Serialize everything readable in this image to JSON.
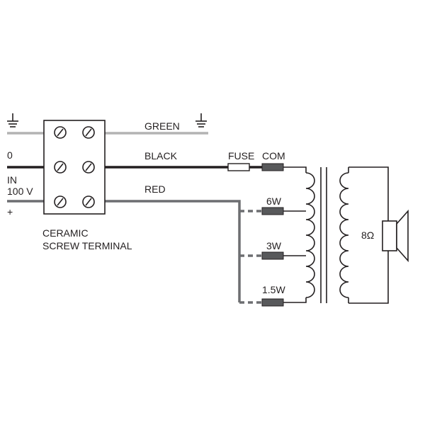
{
  "labels": {
    "green": "GREEN",
    "black": "BLACK",
    "red": "RED",
    "fuse": "FUSE",
    "com": "COM",
    "tap_6w": "6W",
    "tap_3w": "3W",
    "tap_1_5w": "1.5W",
    "impedance": "8Ω",
    "zero": "0",
    "in": "IN",
    "voltage": "100 V",
    "plus": "+",
    "terminal_line1": "CERAMIC",
    "terminal_line2": "SCREW TERMINAL"
  },
  "colors": {
    "black_wire": "#231f20",
    "green_wire": "#b3b3b3",
    "red_wire": "#6d6e71",
    "tap_fill": "#58595b"
  },
  "icons": [
    "ground-icon",
    "screw-icon",
    "speaker-icon",
    "fuse-icon",
    "transformer-icon"
  ]
}
